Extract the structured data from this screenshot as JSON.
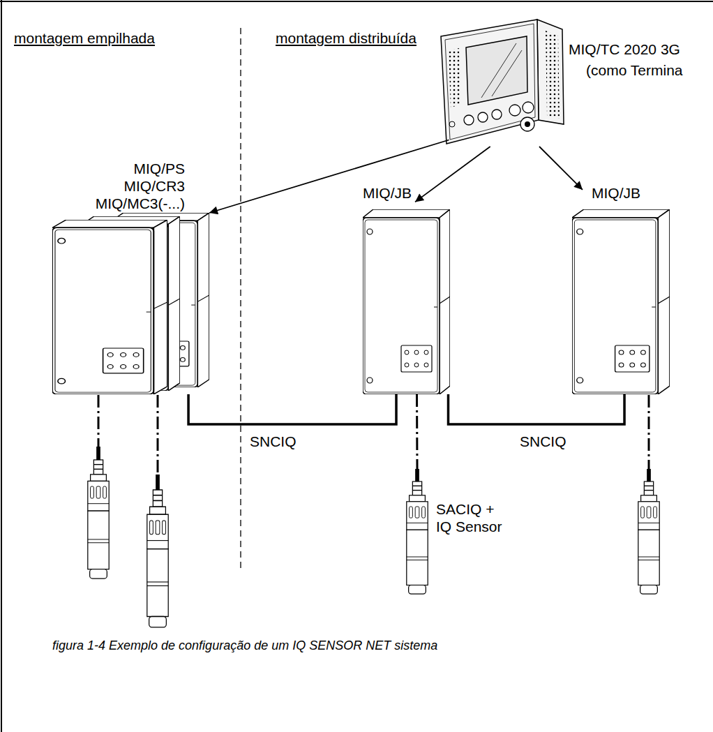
{
  "diagram": {
    "caption": "figura 1-4 Exemplo de configuração de um IQ SENSOR NET sistema",
    "nodes": [
      {
        "text": [
          "MIQ/TC 2020 3G",
          "(como Termina"
        ]
      },
      {
        "text": [
          "MIQ/PS",
          "MIQ/CR3",
          "MIQ/MC3(-...)"
        ]
      },
      {
        "text": [
          "MIQ/JB"
        ]
      },
      {
        "text": [
          "MIQ/JB"
        ]
      },
      {
        "text": [
          "SACIQ + IQ Sensor"
        ]
      }
    ],
    "edges": [
      {
        "from": 0,
        "to": 1,
        "arrow": "to"
      },
      {
        "from": 0,
        "to": 2,
        "arrow": "to"
      },
      {
        "from": 0,
        "to": 3,
        "arrow": "to"
      },
      {
        "from": 1,
        "to": 2,
        "label": "SNCIQ",
        "arrow": "none"
      },
      {
        "from": 2,
        "to": 3,
        "label": "SNCIQ",
        "arrow": "none"
      },
      {
        "from": 2,
        "to": 4,
        "arrow": "none"
      }
    ],
    "labels": [
      "montagem empilhada",
      "montagem distribuída"
    ]
  }
}
